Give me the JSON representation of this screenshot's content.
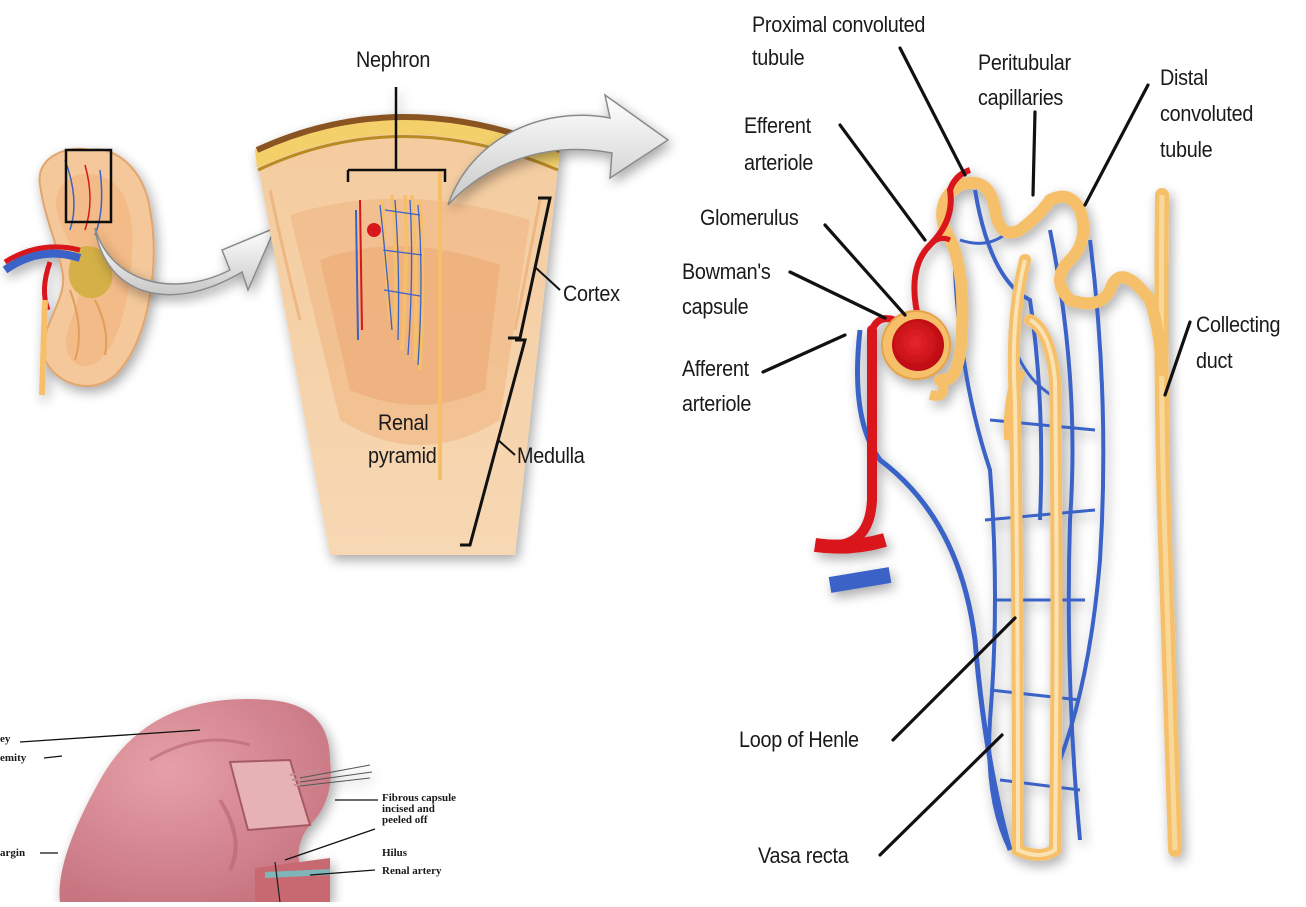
{
  "panel_kidney_section": {
    "labels": {
      "nephron": "Nephron",
      "cortex": "Cortex",
      "medulla": "Medulla",
      "renal_pyramid_line1": "Renal",
      "renal_pyramid_line2": "pyramid"
    }
  },
  "panel_nephron": {
    "labels": {
      "proximal_line1": "Proximal convoluted",
      "proximal_line2": "tubule",
      "peritubular_line1": "Peritubular",
      "peritubular_line2": "capillaries",
      "distal_line1": "Distal",
      "distal_line2": "convoluted",
      "distal_line3": "tubule",
      "efferent_line1": "Efferent",
      "efferent_line2": "arteriole",
      "glomerulus": "Glomerulus",
      "bowmans_line1": "Bowman's",
      "bowmans_line2": "capsule",
      "afferent_line1": "Afferent",
      "afferent_line2": "arteriole",
      "collecting_line1": "Collecting",
      "collecting_line2": "duct",
      "loop_of_henle": "Loop of Henle",
      "vasa_recta": "Vasa recta"
    }
  },
  "panel_kidney_external": {
    "labels": {
      "partial_1": "ey",
      "partial_2": "emity",
      "fibrous_line1": "Fibrous capsule",
      "fibrous_line2": "incised and",
      "fibrous_line3": "peeled off",
      "partial_3": "argin",
      "hilus": "Hilus",
      "renal_artery": "Renal artery"
    }
  },
  "colors": {
    "artery": "#d8141c",
    "vein": "#3a62c6",
    "tubule": "#f6c06a",
    "tissue": "#f3c79a",
    "capsule": "#b98a22",
    "kidney_external": "#d98992"
  }
}
